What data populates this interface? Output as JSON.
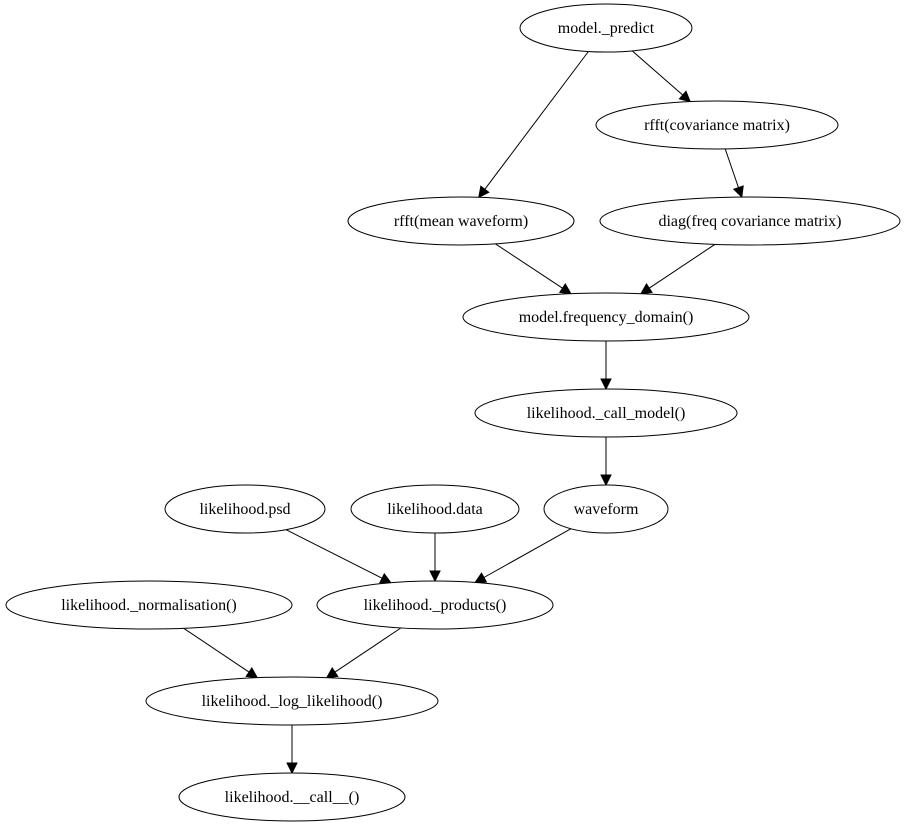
{
  "graph": {
    "nodes": [
      {
        "id": "model_predict",
        "label": "model._predict"
      },
      {
        "id": "rfft_cov",
        "label": "rfft(covariance matrix)"
      },
      {
        "id": "rfft_mean",
        "label": "rfft(mean waveform)"
      },
      {
        "id": "diag_freq_cov",
        "label": "diag(freq covariance matrix)"
      },
      {
        "id": "freq_domain",
        "label": "model.frequency_domain()"
      },
      {
        "id": "call_model",
        "label": "likelihood._call_model()"
      },
      {
        "id": "psd",
        "label": "likelihood.psd"
      },
      {
        "id": "data",
        "label": "likelihood.data"
      },
      {
        "id": "waveform",
        "label": "waveform"
      },
      {
        "id": "normalisation",
        "label": "likelihood._normalisation()"
      },
      {
        "id": "products",
        "label": "likelihood._products()"
      },
      {
        "id": "log_likelihood",
        "label": "likelihood._log_likelihood()"
      },
      {
        "id": "call",
        "label": "likelihood.__call__()"
      }
    ],
    "edges": [
      {
        "from": "model_predict",
        "to": "rfft_mean"
      },
      {
        "from": "model_predict",
        "to": "rfft_cov"
      },
      {
        "from": "rfft_cov",
        "to": "diag_freq_cov"
      },
      {
        "from": "rfft_mean",
        "to": "freq_domain"
      },
      {
        "from": "diag_freq_cov",
        "to": "freq_domain"
      },
      {
        "from": "freq_domain",
        "to": "call_model"
      },
      {
        "from": "call_model",
        "to": "waveform"
      },
      {
        "from": "psd",
        "to": "products"
      },
      {
        "from": "data",
        "to": "products"
      },
      {
        "from": "waveform",
        "to": "products"
      },
      {
        "from": "normalisation",
        "to": "log_likelihood"
      },
      {
        "from": "products",
        "to": "log_likelihood"
      },
      {
        "from": "log_likelihood",
        "to": "call"
      }
    ]
  }
}
